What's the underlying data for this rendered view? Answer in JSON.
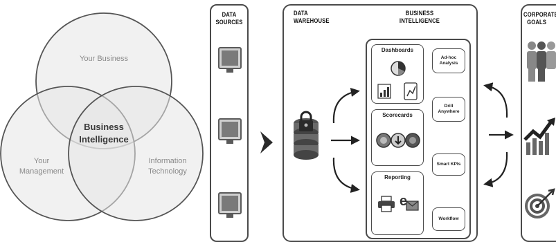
{
  "venn": {
    "top_label": "Your Business",
    "left_label_line1": "Your",
    "left_label_line2": "Management",
    "right_label_line1": "Information",
    "right_label_line2": "Technology",
    "center_line1": "Business",
    "center_line2": "Intelligence"
  },
  "data_sources": {
    "header_line1": "DATA",
    "header_line2": "SOURCES"
  },
  "warehouse": {
    "header_line1": "DATA",
    "header_line2": "WAREHOUSE",
    "bi_header_line1": "BUSINESS",
    "bi_header_line2": "INTELLIGENCE"
  },
  "bi_modules": {
    "dashboards": "Dashboards",
    "scorecards": "Scorecards",
    "reporting": "Reporting",
    "adhoc_line1": "Ad-hoc",
    "adhoc_line2": "Analysis",
    "drill_line1": "Drill",
    "drill_line2": "Anywhere",
    "smart_kpis": "Smart KPIs",
    "workflow": "Workflow"
  },
  "corporate": {
    "header_line1": "CORPORATE",
    "header_line2": "GOALS"
  }
}
